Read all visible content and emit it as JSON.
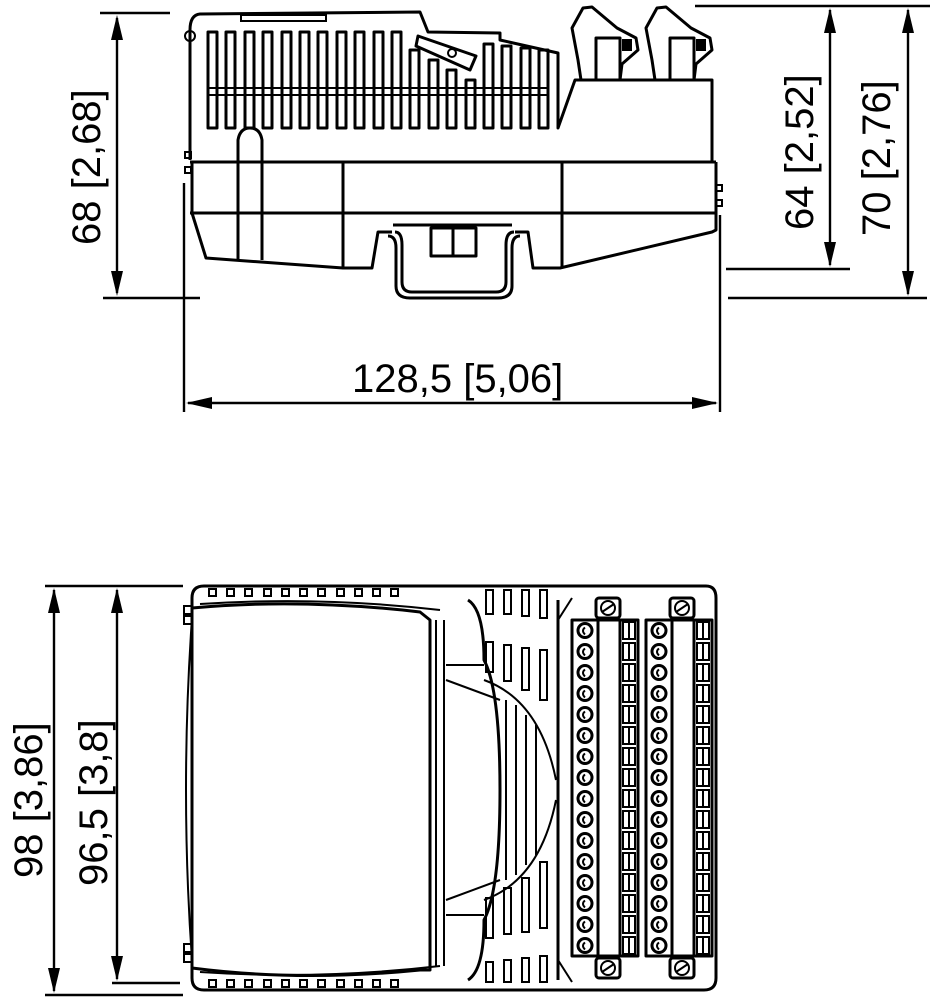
{
  "drawing": {
    "title": "Module housing dimension drawing",
    "units": "mm [in]",
    "line_color": "#000000",
    "background": "#ffffff"
  },
  "side_view": {
    "dimensions": {
      "overall_height_left": "68 [2,68]",
      "body_height_right": "64 [2,52]",
      "overall_height_right": "70 [2,76]",
      "overall_width": "128,5 [5,06]"
    },
    "vent_slot_count": 19,
    "top_connector_count": 2
  },
  "top_view": {
    "dimensions": {
      "overall_depth": "98 [3,86]",
      "housing_depth": "96,5 [3,8]"
    },
    "terminal_strips": [
      {
        "name": "terminal-strip-1",
        "terminal_count": 16
      },
      {
        "name": "terminal-strip-2",
        "terminal_count": 16
      }
    ]
  }
}
